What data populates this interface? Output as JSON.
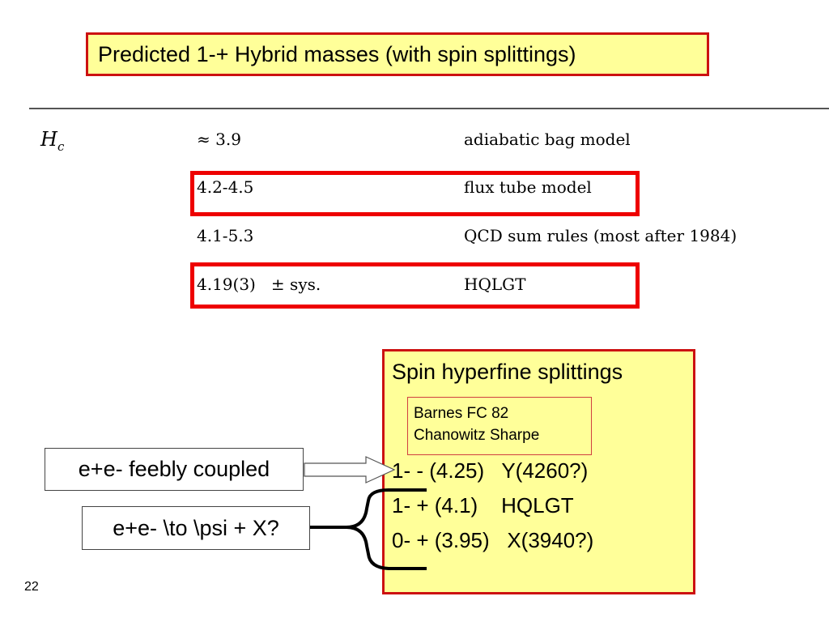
{
  "title": "Predicted 1-+ Hybrid masses (with spin splittings)",
  "table": {
    "rows": [
      {
        "label": "H_c",
        "mass": "≈ 3.9",
        "model": "adiabatic bag model"
      },
      {
        "label": "",
        "mass": "4.2-4.5",
        "model": "flux tube model"
      },
      {
        "label": "",
        "mass": "4.1-5.3",
        "model": "QCD sum rules (most after 1984)"
      },
      {
        "label": "",
        "mass": "4.19(3)   ± sys.",
        "model": "HQLGT"
      }
    ]
  },
  "spin_box": {
    "title": "Spin hyperfine splittings",
    "refs": [
      "Barnes FC 82",
      "Chanowitz Sharpe"
    ],
    "states": [
      "1- - (4.25)   Y(4260?)",
      "1- + (4.1)    HQLGT",
      "0- + (3.95)   X(3940?)"
    ]
  },
  "labels": {
    "feebly": "e+e- feebly coupled",
    "psi": "e+e- \\to \\psi + X?"
  },
  "slide_number": "22",
  "colors": {
    "highlight_fill": "#ffff99",
    "border_red": "#cc1111",
    "rect_red": "#ee0000"
  }
}
